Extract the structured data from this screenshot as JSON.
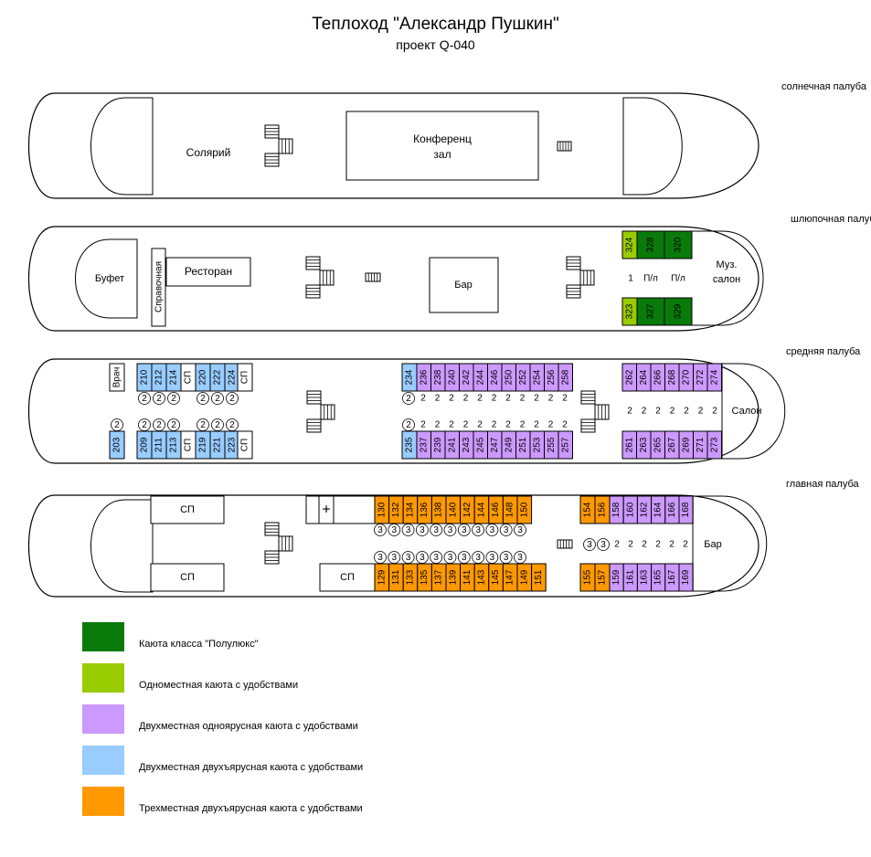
{
  "title": "Теплоход \"Александр Пушкин\"",
  "subtitle": "проект Q-040",
  "colors": {
    "semi_lux": "#0a7a0a",
    "single": "#99cc00",
    "double_single_tier": "#cc99ff",
    "double_two_tier": "#99ccff",
    "triple_two_tier": "#ff9900"
  },
  "decks": {
    "sun": {
      "name": "солнечная палуба",
      "labels": {
        "solarium": "Солярий",
        "conference": "Конференц зал"
      }
    },
    "boat": {
      "name": "шлюпочная палуба",
      "labels": {
        "buffet": "Буфет",
        "info": "Справочная",
        "restaurant": "Ресторан",
        "bar": "Бар",
        "salon": "Муз. салон"
      },
      "cabins": [
        {
          "num": "324",
          "cls": "single"
        },
        {
          "num": "328",
          "cls": "semi_lux"
        },
        {
          "num": "320",
          "cls": "semi_lux"
        },
        {
          "num": "323",
          "cls": "single"
        },
        {
          "num": "327",
          "cls": "semi_lux"
        },
        {
          "num": "329",
          "cls": "semi_lux"
        }
      ],
      "berths": [
        "1",
        "П/л",
        "П/л"
      ]
    },
    "middle": {
      "name": "средняя палуба",
      "labels": {
        "doctor": "Врач",
        "sp": "СП",
        "salon": "Салон"
      },
      "cabins_aft_top": [
        "210",
        "212",
        "214",
        "220",
        "222",
        "224"
      ],
      "cabins_aft_bottom": [
        "203",
        "209",
        "211",
        "213",
        "219",
        "221",
        "223"
      ],
      "cabins_mid_top": [
        "234",
        "236",
        "238",
        "240",
        "242",
        "244",
        "246",
        "250",
        "252",
        "254",
        "256",
        "258"
      ],
      "cabins_mid_bottom": [
        "235",
        "237",
        "239",
        "241",
        "243",
        "245",
        "247",
        "249",
        "251",
        "253",
        "255",
        "257"
      ],
      "cabins_fwd_top": [
        "262",
        "264",
        "266",
        "268",
        "270",
        "272",
        "274"
      ],
      "cabins_fwd_bottom": [
        "261",
        "263",
        "265",
        "267",
        "269",
        "271",
        "273"
      ],
      "berth_count": "2"
    },
    "main": {
      "name": "главная палуба",
      "labels": {
        "sp": "СП",
        "bar": "Бар",
        "medical": "+"
      },
      "cabins_mid_top": [
        "130",
        "132",
        "134",
        "136",
        "138",
        "140",
        "142",
        "144",
        "146",
        "148",
        "150"
      ],
      "cabins_mid_bottom": [
        "129",
        "131",
        "133",
        "135",
        "137",
        "139",
        "141",
        "143",
        "145",
        "147",
        "149",
        "151"
      ],
      "cabins_fwd_top": [
        "154",
        "156",
        "158",
        "160",
        "162",
        "164",
        "166",
        "168"
      ],
      "cabins_fwd_bottom": [
        "155",
        "157",
        "159",
        "161",
        "163",
        "165",
        "167",
        "169"
      ],
      "berth_triple": "3",
      "berth_double": "2"
    }
  },
  "legend": [
    {
      "color": "#0a7a0a",
      "label": "Каюта класса \"Полулюкс\""
    },
    {
      "color": "#99cc00",
      "label": "Одноместная каюта с удобствами"
    },
    {
      "color": "#cc99ff",
      "label": "Двухместная одноярусная каюта с удобствами"
    },
    {
      "color": "#99ccff",
      "label": "Двухместная двухъярусная каюта с удобствами"
    },
    {
      "color": "#ff9900",
      "label": "Трехместная двухъярусная каюта с удобствами"
    }
  ]
}
